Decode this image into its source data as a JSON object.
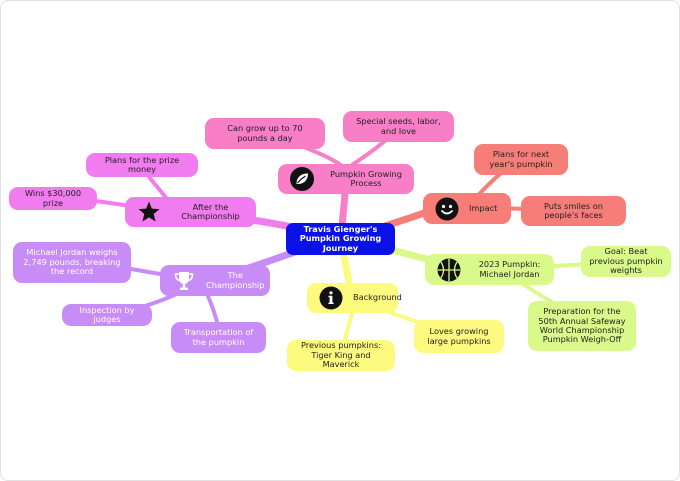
{
  "colors": {
    "root": "#0a12e8",
    "pink": "#f77ec7",
    "magenta": "#f17cf0",
    "salmon": "#f77d79",
    "green": "#d9f98a",
    "yellow": "#fdfa80",
    "purple": "#c88cf7"
  },
  "mindmap": {
    "root": "Travis Gienger's Pumpkin Growing Journey",
    "growing": {
      "label": "Pumpkin Growing Process",
      "icon": "leaf-icon",
      "children": [
        "Can grow up to 70 pounds a day",
        "Special seeds, labor, and love"
      ]
    },
    "impact": {
      "label": "Impact",
      "icon": "smiley-icon",
      "children": [
        "Plans for next year's pumpkin",
        "Puts smiles on people's faces"
      ]
    },
    "pumpkin2023": {
      "label": "2023 Pumpkin: Michael Jordan",
      "icon": "basketball-icon",
      "children": [
        "Goal: Beat previous pumpkin weights",
        "Preparation for the 50th Annual Safeway World Championship Pumpkin Weigh-Off"
      ]
    },
    "background": {
      "label": "Background",
      "icon": "info-icon",
      "children": [
        "Loves growing large pumpkins",
        "Previous pumpkins: Tiger King and Maverick"
      ]
    },
    "championship": {
      "label": "The Championship",
      "icon": "trophy-icon",
      "children": [
        "Michael Jordan weighs 2,749 pounds, breaking the record",
        "Inspection by judges",
        "Transportation of the pumpkin"
      ]
    },
    "after": {
      "label": "After the Championship",
      "icon": "star-icon",
      "children": [
        "Plans for the prize money",
        "Wins $30,000 prize"
      ]
    }
  }
}
